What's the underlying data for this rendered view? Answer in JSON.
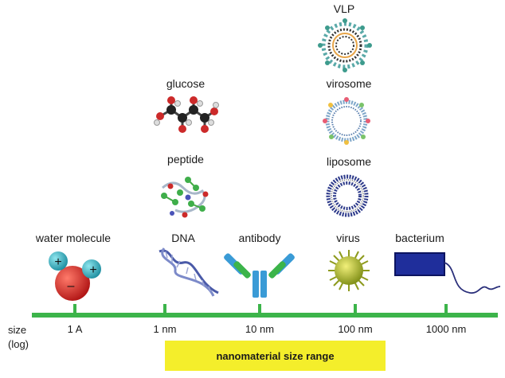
{
  "labels": {
    "vlp": "VLP",
    "glucose": "glucose",
    "virosome": "virosome",
    "peptide": "peptide",
    "liposome": "liposome",
    "water_molecule": "water molecule",
    "dna": "DNA",
    "antibody": "antibody",
    "virus": "virus",
    "bacterium": "bacterium"
  },
  "axis": {
    "title_line1": "size",
    "title_line2": "(log)",
    "ticks": [
      "1 A",
      "1 nm",
      "10 nm",
      "100 nm",
      "1000 nm"
    ],
    "scale": "log"
  },
  "range_box": {
    "label": "nanomaterial size range"
  },
  "water_plus": "+",
  "water_minus": "–",
  "colors": {
    "axis_green": "#3cb44a",
    "range_yellow": "#f4ee2b",
    "bacterium_blue": "#1f2e9b",
    "antibody_blue": "#3a9bd6",
    "antibody_green": "#3cb44a"
  }
}
